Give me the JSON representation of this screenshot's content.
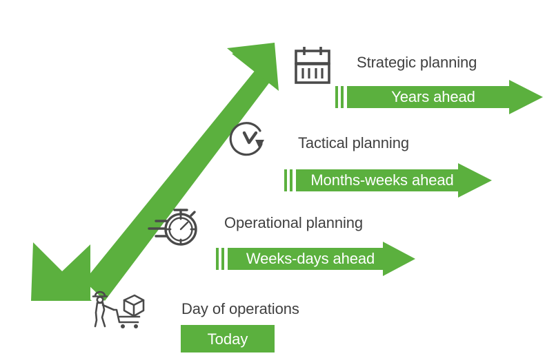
{
  "diagram": {
    "title_alt": "Planning horizons timeline",
    "colors": {
      "green": "#5BB03E",
      "text_dark": "#404040",
      "icon_stroke": "#4a4a4a",
      "band_text": "#ffffff",
      "background": "#ffffff"
    },
    "big_arrow": {
      "name": "double-headed-diagonal-arrow",
      "direction": "bottom-left to top-right",
      "color": "#5BB03E"
    },
    "levels": [
      {
        "id": "strategic",
        "icon": "calendar-icon",
        "label": "Strategic planning",
        "horizon": "Years ahead",
        "band_type": "arrow"
      },
      {
        "id": "tactical",
        "icon": "clock-rotate-icon",
        "label": "Tactical planning",
        "horizon": "Months-weeks ahead",
        "band_type": "arrow"
      },
      {
        "id": "operational",
        "icon": "stopwatch-icon",
        "label": "Operational planning",
        "horizon": "Weeks-days ahead",
        "band_type": "arrow"
      },
      {
        "id": "day-of-operations",
        "icon": "worker-cart-icon",
        "label": "Day of operations",
        "horizon": "Today",
        "band_type": "box"
      }
    ]
  }
}
